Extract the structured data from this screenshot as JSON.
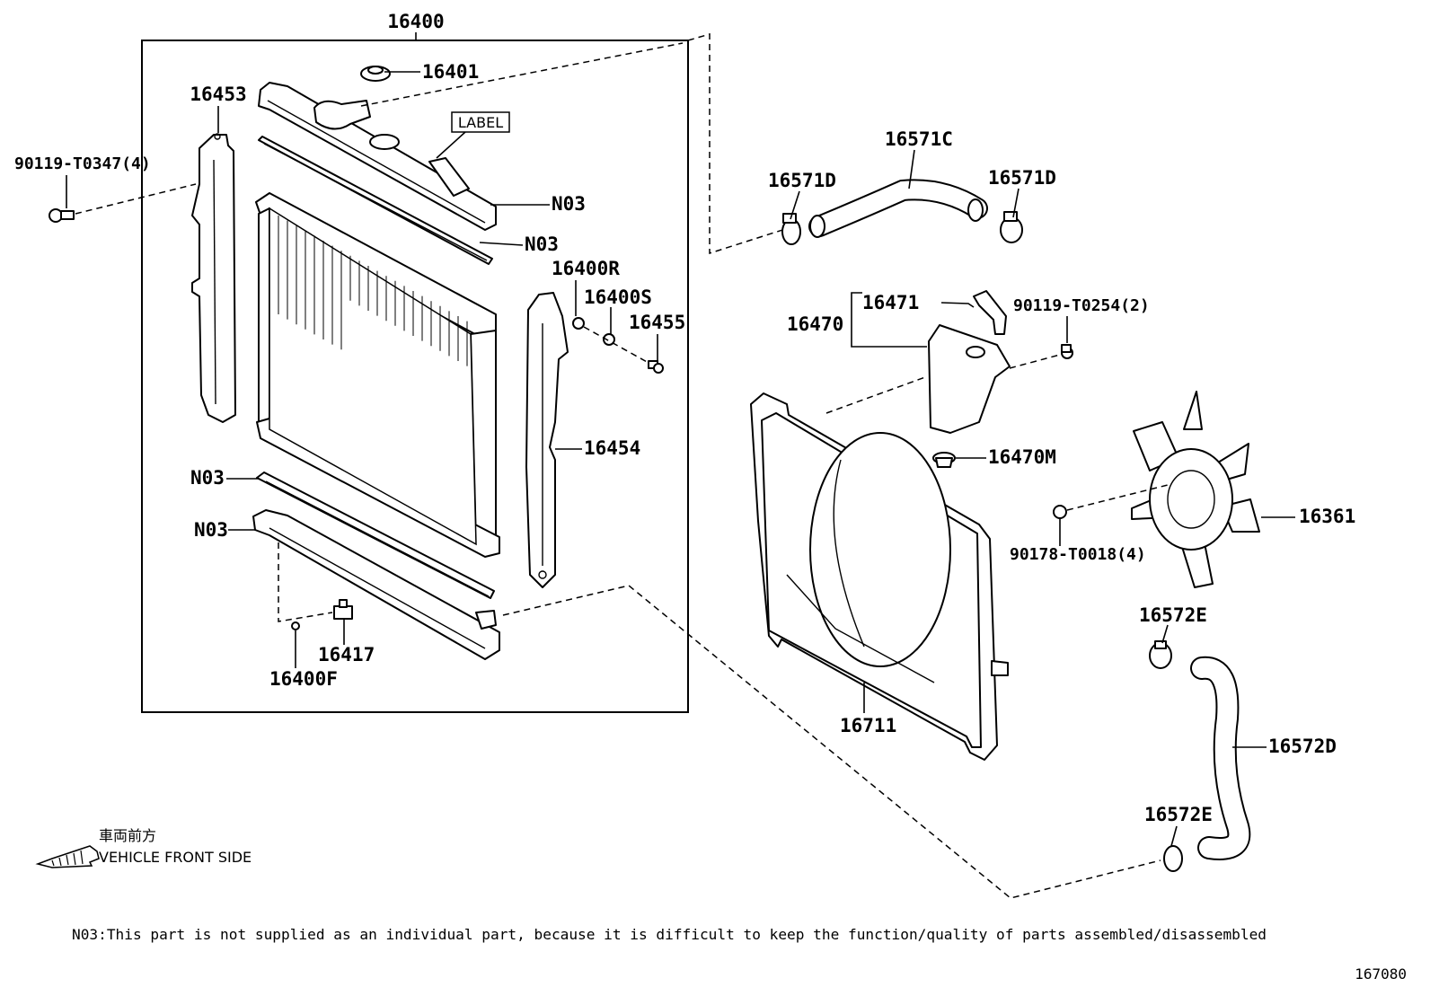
{
  "diagram": {
    "assembly_label": "16400",
    "parts": {
      "p16401": "16401",
      "p16453": "16453",
      "bolt_left": "90119-T0347(4)",
      "label_tag": "LABEL",
      "n03_upper_tank": "N03",
      "n03_upper_gasket": "N03",
      "p16400R": "16400R",
      "p16400S": "16400S",
      "p16455": "16455",
      "p16454": "16454",
      "n03_lower_gasket": "N03",
      "n03_lower_tank": "N03",
      "p16417": "16417",
      "p16400F": "16400F",
      "p16571D_left": "16571D",
      "p16571C": "16571C",
      "p16571D_right": "16571D",
      "p16471": "16471",
      "p16470": "16470",
      "bolt_reservoir": "90119-T0254(2)",
      "p16470M": "16470M",
      "p16361": "16361",
      "nut_fan": "90178-T0018(4)",
      "p16711": "16711",
      "p16572E_top": "16572E",
      "p16572D": "16572D",
      "p16572E_bottom": "16572E"
    },
    "direction": {
      "japanese": "車両前方",
      "english": "VEHICLE FRONT SIDE"
    },
    "footnote": "N03:This part is not supplied as an individual part, because it is difficult to keep the function/quality of parts assembled/disassembled",
    "figure_number": "167080"
  }
}
